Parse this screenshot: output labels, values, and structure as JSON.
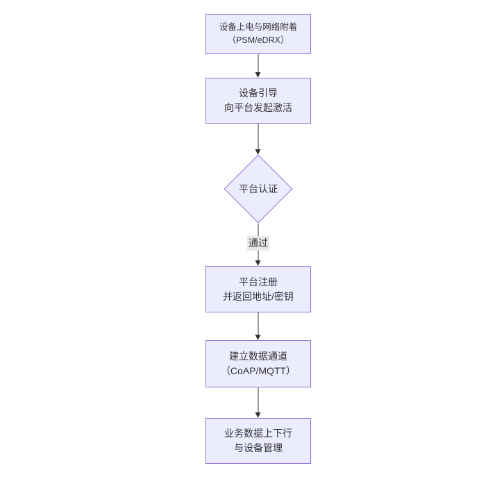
{
  "diagram": {
    "type": "flowchart",
    "direction": "top-down",
    "colors": {
      "background": "#ffffff",
      "node_fill": "#ECECFF",
      "node_border": "#9370DB",
      "arrow_color": "#333333",
      "text_color": "#333333",
      "edge_label_bg": "#e8e8e8"
    },
    "nodes": [
      {
        "id": "power-network-attach",
        "shape": "rect",
        "lines": [
          "设备上电与网络附着",
          "（PSM/eDRX）"
        ]
      },
      {
        "id": "device-bootstrap",
        "shape": "rect",
        "lines": [
          "设备引导",
          "向平台发起激活"
        ]
      },
      {
        "id": "platform-auth",
        "shape": "diamond",
        "lines": [
          "平台认证"
        ]
      },
      {
        "id": "platform-register",
        "shape": "rect",
        "lines": [
          "平台注册",
          "并返回地址/密钥"
        ]
      },
      {
        "id": "data-channel",
        "shape": "rect",
        "lines": [
          "建立数据通道",
          "（CoAP/MQTT）"
        ]
      },
      {
        "id": "business-data",
        "shape": "rect",
        "lines": [
          "业务数据上下行",
          "与设备管理"
        ]
      }
    ],
    "edges": [
      {
        "from": "power-network-attach",
        "to": "device-bootstrap",
        "label": ""
      },
      {
        "from": "device-bootstrap",
        "to": "platform-auth",
        "label": ""
      },
      {
        "from": "platform-auth",
        "to": "platform-register",
        "label": "通过"
      },
      {
        "from": "platform-register",
        "to": "data-channel",
        "label": ""
      },
      {
        "from": "data-channel",
        "to": "business-data",
        "label": ""
      }
    ]
  }
}
